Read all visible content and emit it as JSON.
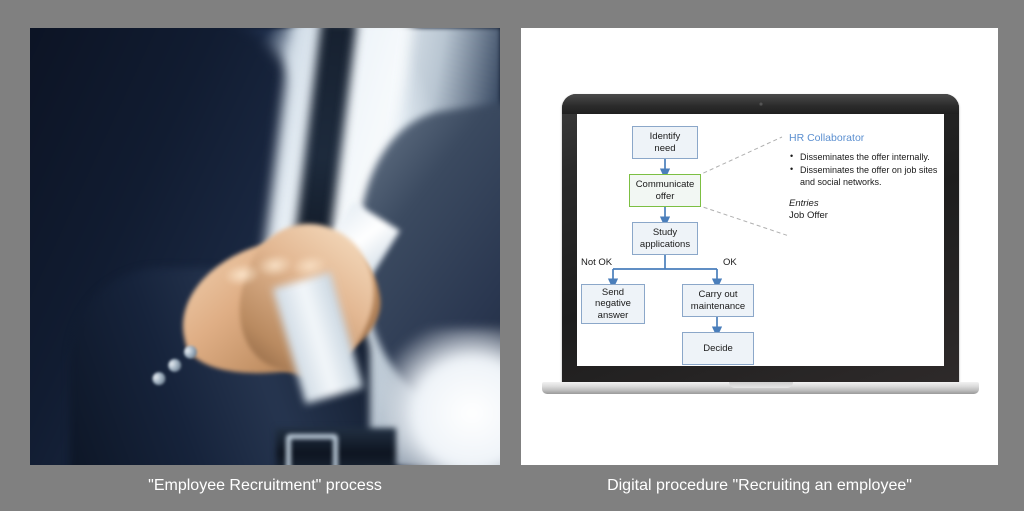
{
  "background_color": "#808080",
  "left_panel": {
    "image_alt": "Two businessmen shaking hands in dark suits",
    "caption": "\"Employee Recruitment\" process"
  },
  "right_panel": {
    "caption": "Digital procedure \"Recruiting an employee\"",
    "device": "laptop",
    "slide": {
      "flowchart": {
        "nodes": [
          {
            "id": "identify",
            "label": "Identify\nneed",
            "highlight": false
          },
          {
            "id": "communicate",
            "label": "Communicate\noffer",
            "highlight": true
          },
          {
            "id": "study",
            "label": "Study\napplications",
            "highlight": false
          },
          {
            "id": "negative",
            "label": "Send\nnegative\nanswer",
            "highlight": false
          },
          {
            "id": "maintenance",
            "label": "Carry out\nmaintenance",
            "highlight": false
          },
          {
            "id": "decide",
            "label": "Decide",
            "highlight": false
          }
        ],
        "edge_labels": {
          "not_ok": "Not OK",
          "ok": "OK"
        },
        "colors": {
          "node_border": "#8ba7c9",
          "node_fill": "#eef3f8",
          "highlight_border": "#7cbf42",
          "arrow": "#4a7ebb",
          "callout_line": "#b0b0b0"
        }
      },
      "callout": {
        "title": "HR Collaborator",
        "title_color": "#5b8fd0",
        "bullets": [
          "Disseminates the offer internally.",
          "Disseminates the offer on job sites and social networks."
        ],
        "entries_label": "Entries",
        "entries_value": "Job Offer"
      }
    }
  }
}
